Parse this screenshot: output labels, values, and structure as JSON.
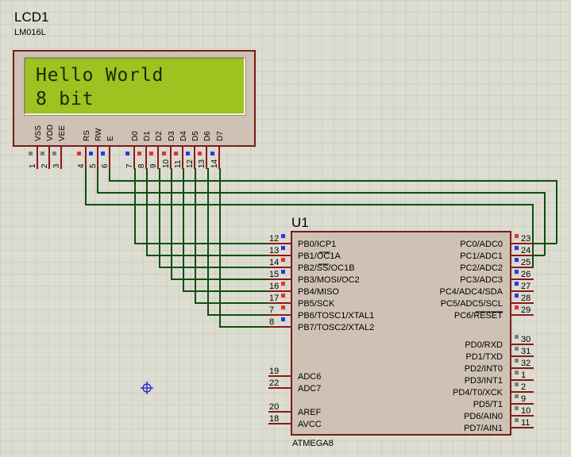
{
  "lcd": {
    "ref": "LCD1",
    "model": "LM016L",
    "line1": "Hello World",
    "line2": "8 bit",
    "pins": [
      {
        "num": "1",
        "name": "VSS",
        "state": "gray"
      },
      {
        "num": "2",
        "name": "VDD",
        "state": "gray"
      },
      {
        "num": "3",
        "name": "VEE",
        "state": "gray"
      },
      {
        "num": "4",
        "name": "RS",
        "state": "red"
      },
      {
        "num": "5",
        "name": "RW",
        "state": "blue"
      },
      {
        "num": "6",
        "name": "E",
        "state": "blue"
      },
      {
        "num": "7",
        "name": "D0",
        "state": "blue"
      },
      {
        "num": "8",
        "name": "D1",
        "state": "red"
      },
      {
        "num": "9",
        "name": "D2",
        "state": "red"
      },
      {
        "num": "10",
        "name": "D3",
        "state": "red"
      },
      {
        "num": "11",
        "name": "D4",
        "state": "red"
      },
      {
        "num": "12",
        "name": "D5",
        "state": "blue"
      },
      {
        "num": "13",
        "name": "D6",
        "state": "red"
      },
      {
        "num": "14",
        "name": "D7",
        "state": "blue"
      }
    ]
  },
  "mcu": {
    "ref": "U1",
    "model": "ATMEGA8",
    "left_pins": [
      {
        "num": "12",
        "name": "PB0/ICP1",
        "state": "blue"
      },
      {
        "num": "13",
        "name": "PB1/OC1A",
        "state": "blue"
      },
      {
        "num": "14",
        "name": "PB2/SS/OC1B",
        "state": "red"
      },
      {
        "num": "15",
        "name": "PB3/MOSI/OC2",
        "state": "blue"
      },
      {
        "num": "16",
        "name": "PB4/MISO",
        "state": "red"
      },
      {
        "num": "17",
        "name": "PB5/SCK",
        "state": "red"
      },
      {
        "num": "7",
        "name": "PB6/TOSC1/XTAL1",
        "state": "red"
      },
      {
        "num": "8",
        "name": "PB7/TOSC2/XTAL2",
        "state": "blue"
      },
      {
        "num": "19",
        "name": "ADC6",
        "state": "none"
      },
      {
        "num": "22",
        "name": "ADC7",
        "state": "none"
      },
      {
        "num": "20",
        "name": "AREF",
        "state": "none"
      },
      {
        "num": "18",
        "name": "AVCC",
        "state": "none"
      }
    ],
    "right_pins": [
      {
        "num": "23",
        "name": "PC0/ADC0",
        "state": "red"
      },
      {
        "num": "24",
        "name": "PC1/ADC1",
        "state": "blue"
      },
      {
        "num": "25",
        "name": "PC2/ADC2",
        "state": "blue"
      },
      {
        "num": "26",
        "name": "PC3/ADC3",
        "state": "blue"
      },
      {
        "num": "27",
        "name": "PC4/ADC4/SDA",
        "state": "blue"
      },
      {
        "num": "28",
        "name": "PC5/ADC5/SCL",
        "state": "blue"
      },
      {
        "num": "29",
        "name": "PC6/RESET",
        "state": "red"
      },
      {
        "num": "30",
        "name": "PD0/RXD",
        "state": "gray"
      },
      {
        "num": "31",
        "name": "PD1/TXD",
        "state": "gray"
      },
      {
        "num": "32",
        "name": "PD2/INT0",
        "state": "gray"
      },
      {
        "num": "1",
        "name": "PD3/INT1",
        "state": "gray"
      },
      {
        "num": "2",
        "name": "PD4/T0/XCK",
        "state": "gray"
      },
      {
        "num": "9",
        "name": "PD5/T1",
        "state": "gray"
      },
      {
        "num": "10",
        "name": "PD6/AIN0",
        "state": "gray"
      },
      {
        "num": "11",
        "name": "PD7/AIN1",
        "state": "gray"
      }
    ]
  },
  "colors": {
    "background": "#dcdcd0",
    "grid": "#c4c4b8",
    "component_fill": "#cfc2b4",
    "component_border": "#7a1b1b",
    "pin_line": "#8b1a1a",
    "wire": "#0c4f0c",
    "lcd_screen": "#9cc320",
    "lcd_text": "#1a2a05",
    "state_red": "#e83030",
    "state_blue": "#2a36e8",
    "state_gray": "#808080",
    "origin_marker": "#1c1ccc"
  }
}
